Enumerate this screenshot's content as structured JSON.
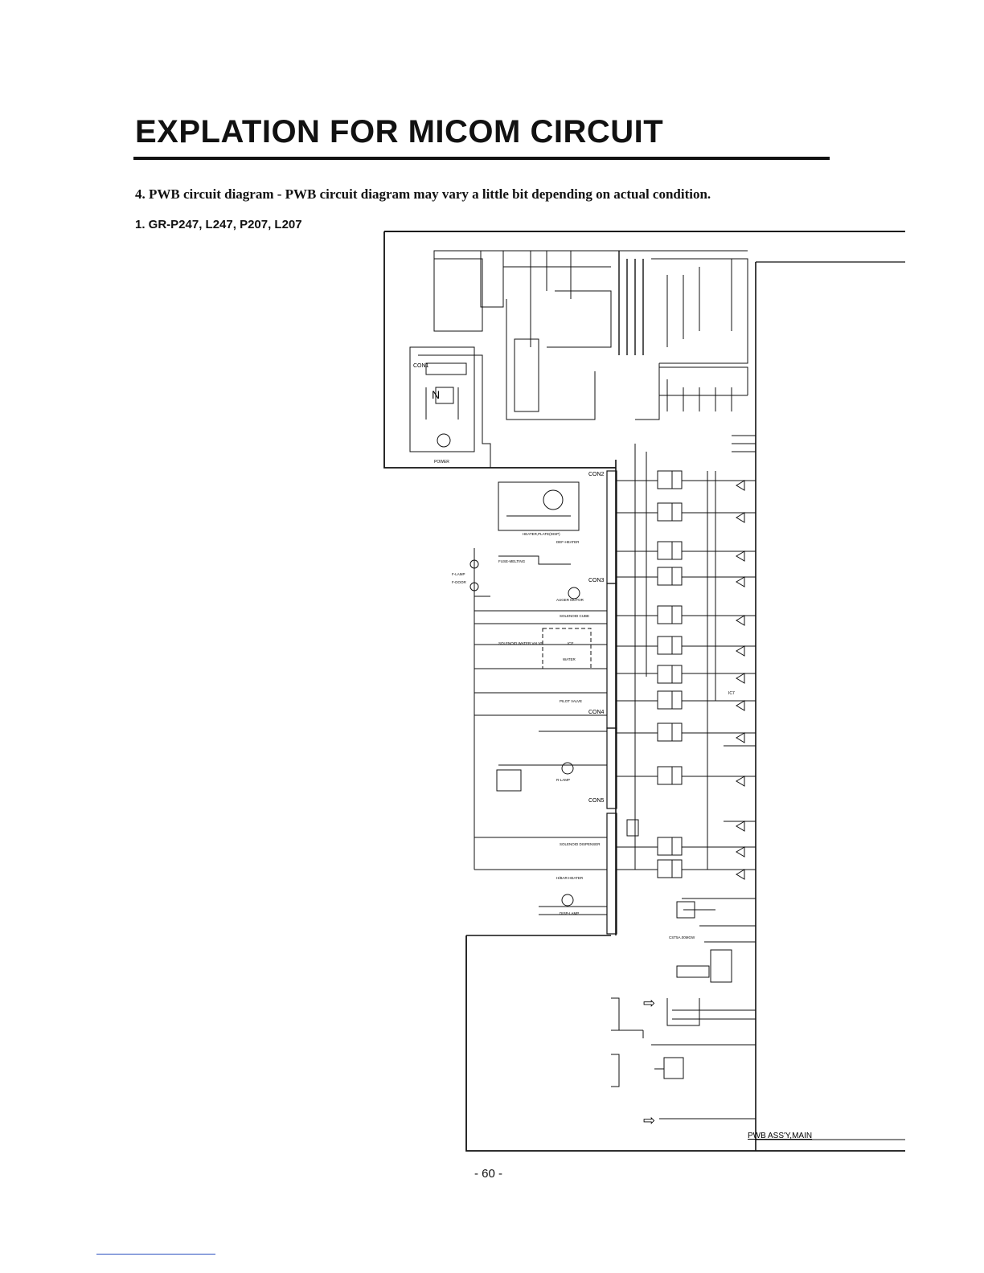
{
  "page": {
    "title": "EXPLATION FOR MICOM CIRCUIT",
    "section_heading": "4. PWB circuit diagram - PWB circuit diagram may vary a little bit depending on actual condition.",
    "model_label": "1. GR-P247, L247, P207, L207",
    "page_number": "- 60 -"
  },
  "diagram": {
    "connectors": {
      "con1": "CON1",
      "con2": "CON2",
      "con3": "CON3",
      "con4": "CON4",
      "con5": "CON5"
    },
    "labels": {
      "power": "POWER",
      "neutral": "N",
      "heater_plate": "HEATER,PLATE(DISP)",
      "fuse_melting": "FUSE-MELTING",
      "def_heater": "DEF-HEATER",
      "f_lamp": "F-LAMP",
      "f_door": "F-DOOR",
      "auger_motor": "AUGER MOTOR",
      "solenoid_cube": "SOLENOID CUBE",
      "solenoid_water_valve": "SOLENOID WATER VALVE",
      "ice": "ICE",
      "water": "WATER",
      "pilot_valve": "PILOT VALVE",
      "r_lamp": "R-LAMP",
      "solenoid_dispenser": "SOLENOID DISPENSER",
      "hbar_heater": "H/BAR-HEATER",
      "disp_lamp": "DISP-LAMP",
      "ic7": "IC7",
      "cstsa": "CST5A.00MGW",
      "pwb_assy": "PWB ASS'Y,MAIN",
      "arrow": "⇨"
    }
  }
}
